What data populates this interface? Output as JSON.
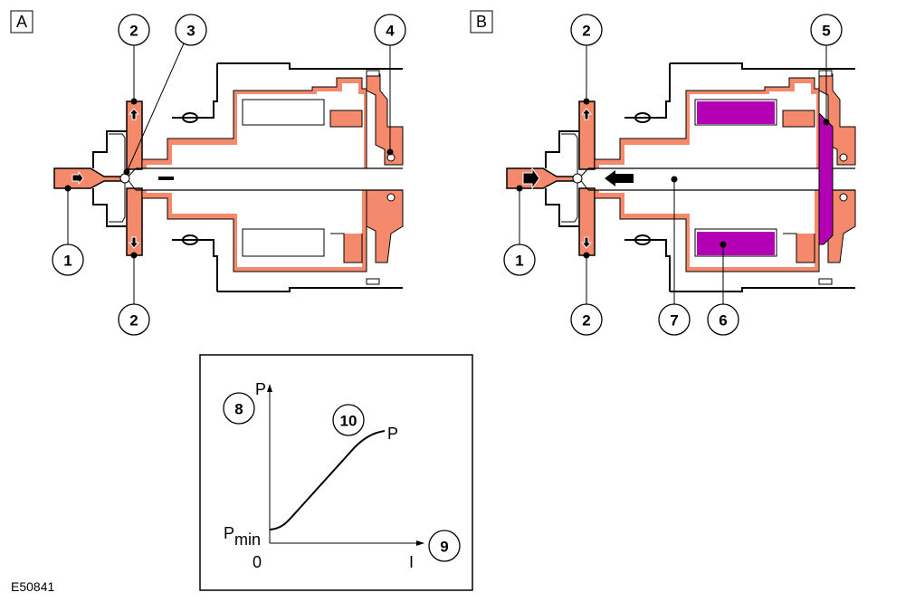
{
  "panels": {
    "a_label": "A",
    "b_label": "B"
  },
  "callouts_a": [
    "2",
    "3",
    "4",
    "1",
    "2"
  ],
  "callouts_b": [
    "2",
    "5",
    "1",
    "2",
    "7",
    "6"
  ],
  "graph": {
    "y_axis_label": "P",
    "x_axis_label": "I",
    "origin_label": "0",
    "min_label_main": "P",
    "min_label_sub": "min",
    "curve_end_label": "P",
    "callout_y": "8",
    "callout_x": "9",
    "callout_curve": "10"
  },
  "figure_id": "E50841",
  "colors": {
    "fluid": "#f4896b",
    "magnet": "#b400b4",
    "line": "#000000"
  }
}
